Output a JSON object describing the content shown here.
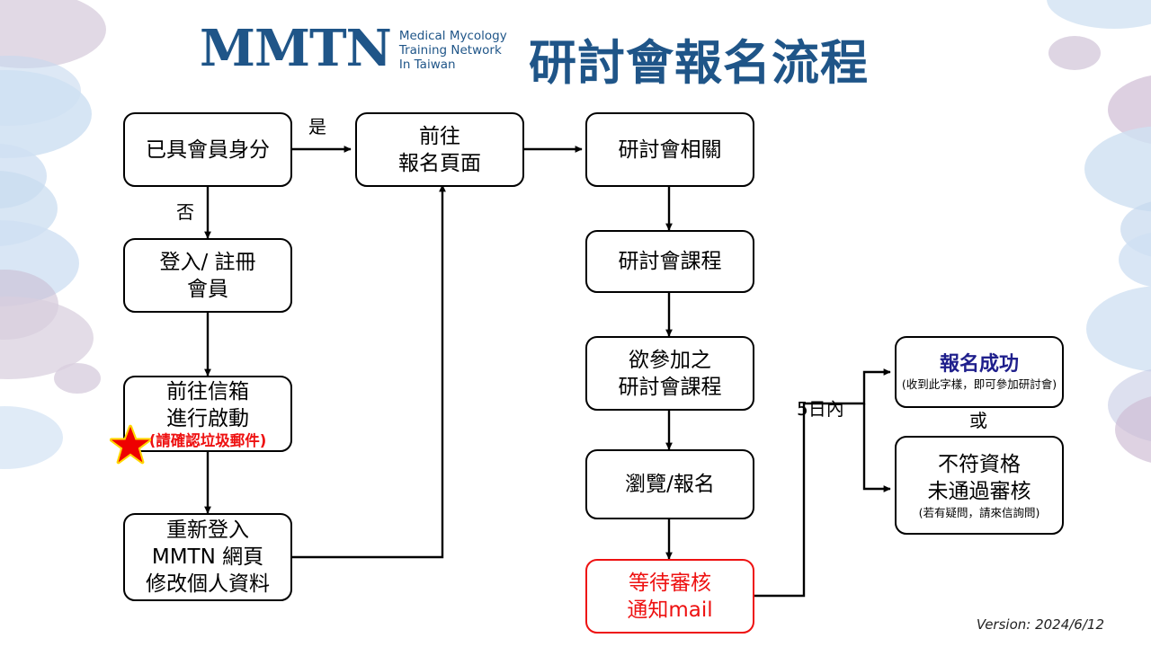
{
  "header": {
    "logo_mark": "MMTN",
    "logo_sub_lines": [
      "Medical Mycology",
      "Training Network",
      "In Taiwan"
    ],
    "title": "研討會報名流程",
    "brand_color": "#1f5588"
  },
  "footer": {
    "version": "Version: 2024/6/12"
  },
  "colors": {
    "brand": "#1f5588",
    "alert_red": "#ee1111",
    "success_blue": "#1f1f8c",
    "box_border": "#000000",
    "blob_lavender": "#d8cede",
    "blob_blue": "#cfe0f2"
  },
  "edge_labels": {
    "yes": "是",
    "no": "否",
    "within_5_days": "5日內",
    "or": "或"
  },
  "nodes": {
    "member_status": {
      "lines": [
        "已具會員身分"
      ]
    },
    "login_register": {
      "lines": [
        "登入/ 註冊",
        "會員"
      ]
    },
    "activate_mailbox": {
      "lines": [
        "前往信箱",
        "進行啟動"
      ],
      "note": "(請確認垃圾郵件)"
    },
    "relogin_profile": {
      "lines": [
        "重新登入",
        "MMTN 網頁",
        "修改個人資料"
      ]
    },
    "goto_signup_page": {
      "lines": [
        "前往",
        "報名頁面"
      ]
    },
    "seminar_info": {
      "lines": [
        "研討會相關"
      ]
    },
    "seminar_courses": {
      "lines": [
        "研討會課程"
      ]
    },
    "desired_courses": {
      "lines": [
        "欲參加之",
        "研討會課程"
      ]
    },
    "browse_signup": {
      "lines": [
        "瀏覽/報名"
      ]
    },
    "awaiting_review": {
      "lines": [
        "等待審核",
        "通知mail"
      ]
    },
    "signup_success": {
      "headline": "報名成功",
      "note": "(收到此字樣，即可參加研討會)"
    },
    "not_qualified": {
      "lines": [
        "不符資格",
        "未通過審核"
      ],
      "note": "(若有疑問，請來信詢問)"
    }
  },
  "chart_data": {
    "type": "diagram",
    "title": "研討會報名流程",
    "edges": [
      {
        "from": "member_status",
        "to": "goto_signup_page",
        "label": "是"
      },
      {
        "from": "member_status",
        "to": "login_register",
        "label": "否"
      },
      {
        "from": "login_register",
        "to": "activate_mailbox",
        "label": ""
      },
      {
        "from": "activate_mailbox",
        "to": "relogin_profile",
        "label": ""
      },
      {
        "from": "relogin_profile",
        "to": "goto_signup_page",
        "label": ""
      },
      {
        "from": "goto_signup_page",
        "to": "seminar_info",
        "label": ""
      },
      {
        "from": "seminar_info",
        "to": "seminar_courses",
        "label": ""
      },
      {
        "from": "seminar_courses",
        "to": "desired_courses",
        "label": ""
      },
      {
        "from": "desired_courses",
        "to": "browse_signup",
        "label": ""
      },
      {
        "from": "browse_signup",
        "to": "awaiting_review",
        "label": ""
      },
      {
        "from": "awaiting_review",
        "to": "signup_success",
        "label": "5日內"
      },
      {
        "from": "awaiting_review",
        "to": "not_qualified",
        "label": "5日內"
      }
    ]
  }
}
